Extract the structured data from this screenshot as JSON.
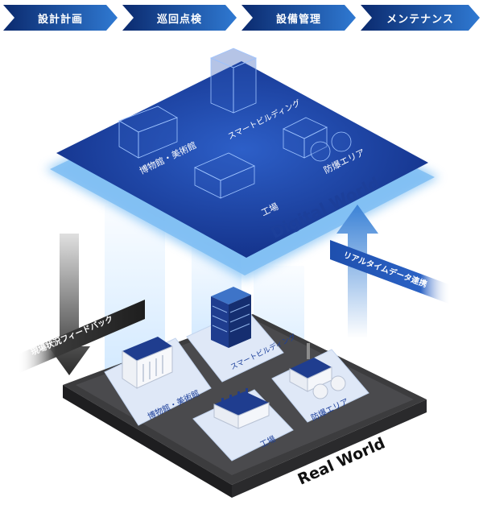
{
  "process_tabs": [
    {
      "label": "設計計画"
    },
    {
      "label": "巡回点検"
    },
    {
      "label": "設備管理"
    },
    {
      "label": "メンテナンス"
    }
  ],
  "digital_world": {
    "title": "Digital World",
    "areas": {
      "museum": "博物館・美術館",
      "smart_building": "スマートビルディング",
      "factory": "工場",
      "explosion_proof": "防爆エリア"
    }
  },
  "real_world": {
    "title": "Real World",
    "areas": {
      "museum": "博物館・美術館",
      "smart_building": "スマートビルディング",
      "factory": "工場",
      "explosion_proof": "防爆エリア"
    }
  },
  "flows": {
    "down": "現場状況フィードバック",
    "up": "リアルタイムデータ連携"
  },
  "colors": {
    "tab_dark": "#0b2a6e",
    "tab_light": "#2f79d2",
    "digital_plane": "#1a3c9a",
    "digital_glow": "#55aaf0",
    "real_base": "#3c3c3e",
    "real_tile": "#dfe8f7",
    "building_blue": "#1f3d8f"
  }
}
